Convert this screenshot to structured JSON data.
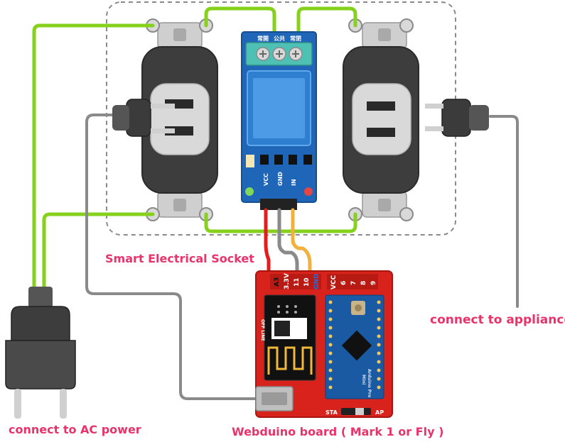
{
  "labels": {
    "smart_socket": "Smart Electrical Socket",
    "appliance": "connect to appliance",
    "ac_power": "connect to AC power",
    "board": "Webduino board ( Mark 1 or Fly )"
  },
  "relay": {
    "top_terminals": [
      "常開",
      "公共",
      "常閉"
    ],
    "pins": [
      "VCC",
      "GND",
      "IN"
    ]
  },
  "board": {
    "header_left": [
      "A3",
      "3.3V",
      "11",
      "10",
      "GND"
    ],
    "header_right": [
      "VCC",
      "6",
      "7",
      "8",
      "9"
    ],
    "off_line": "OFF LINE",
    "sta": "STA",
    "ap": "AP",
    "nano_text": [
      "Arduino Pro",
      "Mini"
    ]
  },
  "colors": {
    "label_pink": "#e8336b",
    "wire_green": "#86d11c",
    "wire_red": "#e11d1d",
    "wire_gray": "#8a8a8a",
    "wire_yellow": "#f2b13a",
    "relay_blue": "#1f66b8",
    "board_red": "#d8231c",
    "nano_blue": "#1a5aa3"
  }
}
